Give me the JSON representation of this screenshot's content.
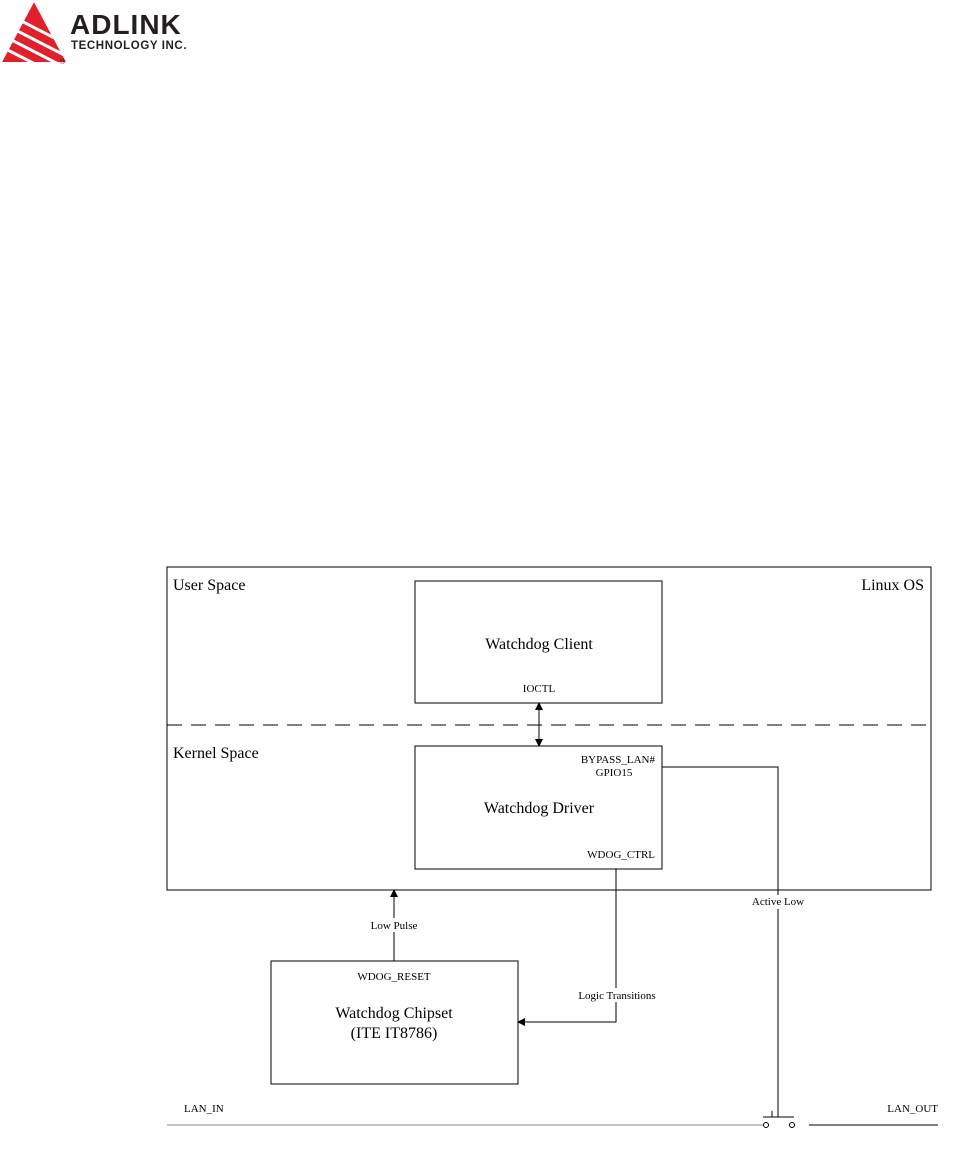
{
  "logo": {
    "brand": "ADLINK",
    "tagline": "TECHNOLOGY INC.",
    "registered": "®",
    "accent_color": "#e0202a",
    "text_color": "#231f20"
  },
  "diagram": {
    "regions": {
      "user_space": "User Space",
      "kernel_space": "Kernel Space",
      "os": "Linux OS"
    },
    "blocks": {
      "client": {
        "title": "Watchdog Client",
        "port": "IOCTL"
      },
      "driver": {
        "title": "Watchdog Driver",
        "port_top_1": "BYPASS_LAN#",
        "port_top_2": "GPIO15",
        "port_bottom": "WDOG_CTRL"
      },
      "chipset": {
        "title_1": "Watchdog Chipset",
        "title_2": "(ITE IT8786)",
        "port": "WDOG_RESET"
      }
    },
    "signals": {
      "low_pulse": "Low Pulse",
      "logic_transitions": "Logic Transitions",
      "active_low": "Active Low"
    },
    "lan": {
      "in": "LAN_IN",
      "out": "LAN_OUT"
    }
  }
}
